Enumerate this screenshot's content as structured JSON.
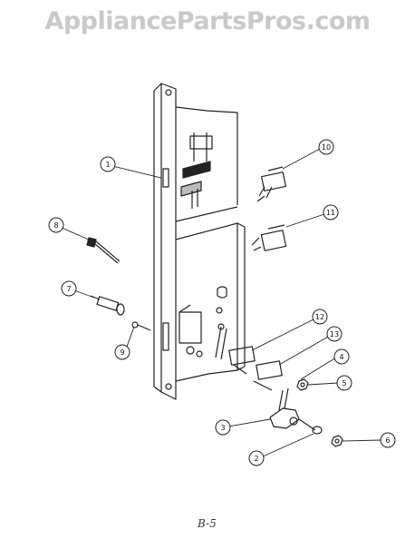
{
  "watermark": "AppliancePartsPros.com",
  "page_code": "B-5",
  "callouts": [
    "1",
    "2",
    "3",
    "4",
    "5",
    "6",
    "7",
    "8",
    "9",
    "10",
    "11",
    "12",
    "13"
  ]
}
